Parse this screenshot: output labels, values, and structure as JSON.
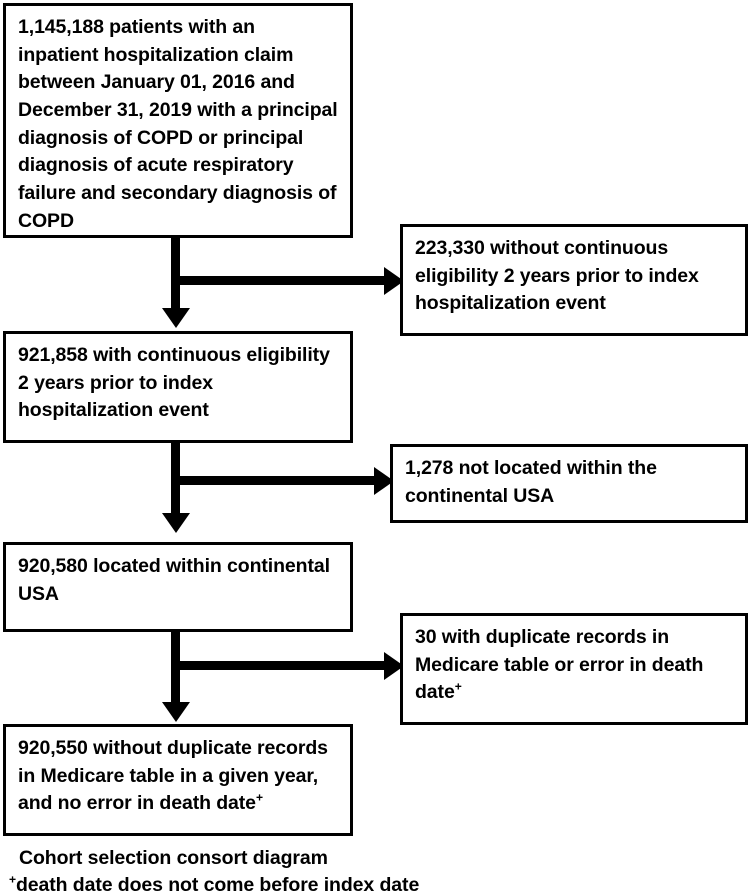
{
  "diagram": {
    "title": "Cohort selection consort diagram",
    "type": "consort-flowchart",
    "colors": {
      "stroke": "#000000",
      "background": "#ffffff",
      "text": "#000000"
    },
    "nodes": [
      {
        "id": "cohort-initial",
        "role": "main",
        "text": "1,145,188 patients with an inpatient hospitalization claim between January 01, 2016 and December 31, 2019 with a principal diagnosis of COPD or principal diagnosis of acute respiratory failure and secondary diagnosis of COPD",
        "count": "1,145,188"
      },
      {
        "id": "excluded-eligibility",
        "role": "exclusion",
        "text": "223,330 without continuous eligibility 2 years prior to index hospitalization event",
        "count": "223,330"
      },
      {
        "id": "cohort-eligibility",
        "role": "main",
        "text": "921,858 with continuous eligibility 2 years prior to index hospitalization event",
        "count": "921,858"
      },
      {
        "id": "excluded-location",
        "role": "exclusion",
        "text": "1,278 not located within the continental USA",
        "count": "1,278"
      },
      {
        "id": "cohort-location",
        "role": "main",
        "text": "920,580 located within continental USA",
        "count": "920,580"
      },
      {
        "id": "excluded-duplicates",
        "role": "exclusion",
        "text": "30 with duplicate records in Medicare table or error in death date",
        "text_suffix": "+",
        "count": "30"
      },
      {
        "id": "cohort-final",
        "role": "main",
        "text": "920,550 without duplicate records in Medicare table in a given year, and no error in death date",
        "text_suffix": "+",
        "count": "920,550"
      }
    ],
    "caption": {
      "line1": "Cohort selection consort diagram",
      "footnote_marker": "+",
      "footnote_text": "death date does not come before index date"
    }
  }
}
